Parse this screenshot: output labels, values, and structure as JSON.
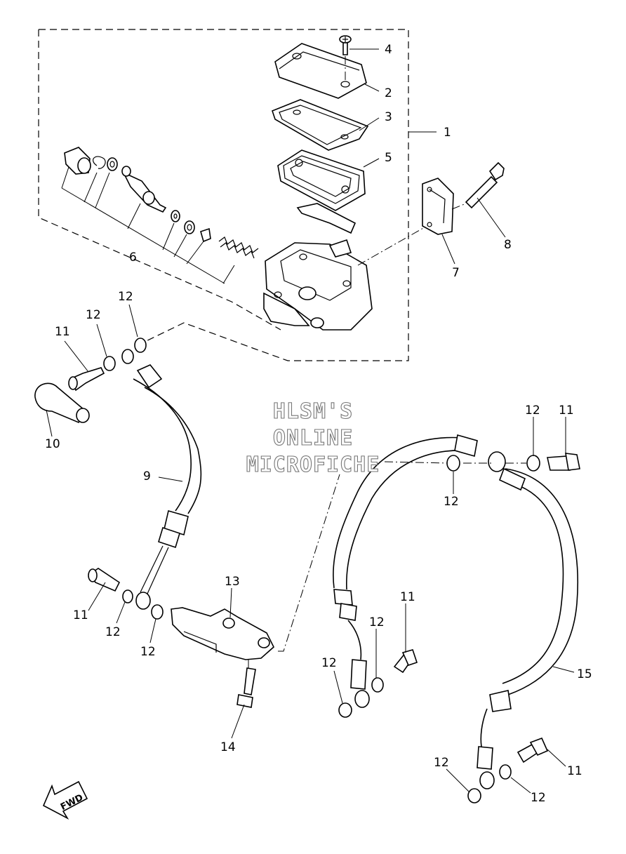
{
  "watermark": {
    "line1": "HLSM'S",
    "line2": "ONLINE",
    "line3": "MICROFICHE"
  },
  "direction_label": "FWD",
  "callouts": [
    {
      "id": "c1",
      "number": "1"
    },
    {
      "id": "c2",
      "number": "2"
    },
    {
      "id": "c3",
      "number": "3"
    },
    {
      "id": "c4",
      "number": "4"
    },
    {
      "id": "c5",
      "number": "5"
    },
    {
      "id": "c6",
      "number": "6"
    },
    {
      "id": "c7",
      "number": "7"
    },
    {
      "id": "c8",
      "number": "8"
    },
    {
      "id": "c9",
      "number": "9"
    },
    {
      "id": "c10",
      "number": "10"
    },
    {
      "id": "c11a",
      "number": "11"
    },
    {
      "id": "c12a",
      "number": "12"
    },
    {
      "id": "c12b",
      "number": "12"
    },
    {
      "id": "c11b",
      "number": "11"
    },
    {
      "id": "c12c",
      "number": "12"
    },
    {
      "id": "c12d",
      "number": "12"
    },
    {
      "id": "c13",
      "number": "13"
    },
    {
      "id": "c14",
      "number": "14"
    },
    {
      "id": "c12e",
      "number": "12"
    },
    {
      "id": "c11c",
      "number": "11"
    },
    {
      "id": "c12f",
      "number": "12"
    },
    {
      "id": "c11d",
      "number": "11"
    },
    {
      "id": "c12g",
      "number": "12"
    },
    {
      "id": "c12h",
      "number": "12"
    },
    {
      "id": "c15",
      "number": "15"
    },
    {
      "id": "c12i",
      "number": "12"
    },
    {
      "id": "c11e",
      "number": "11"
    },
    {
      "id": "c12j",
      "number": "12"
    }
  ]
}
